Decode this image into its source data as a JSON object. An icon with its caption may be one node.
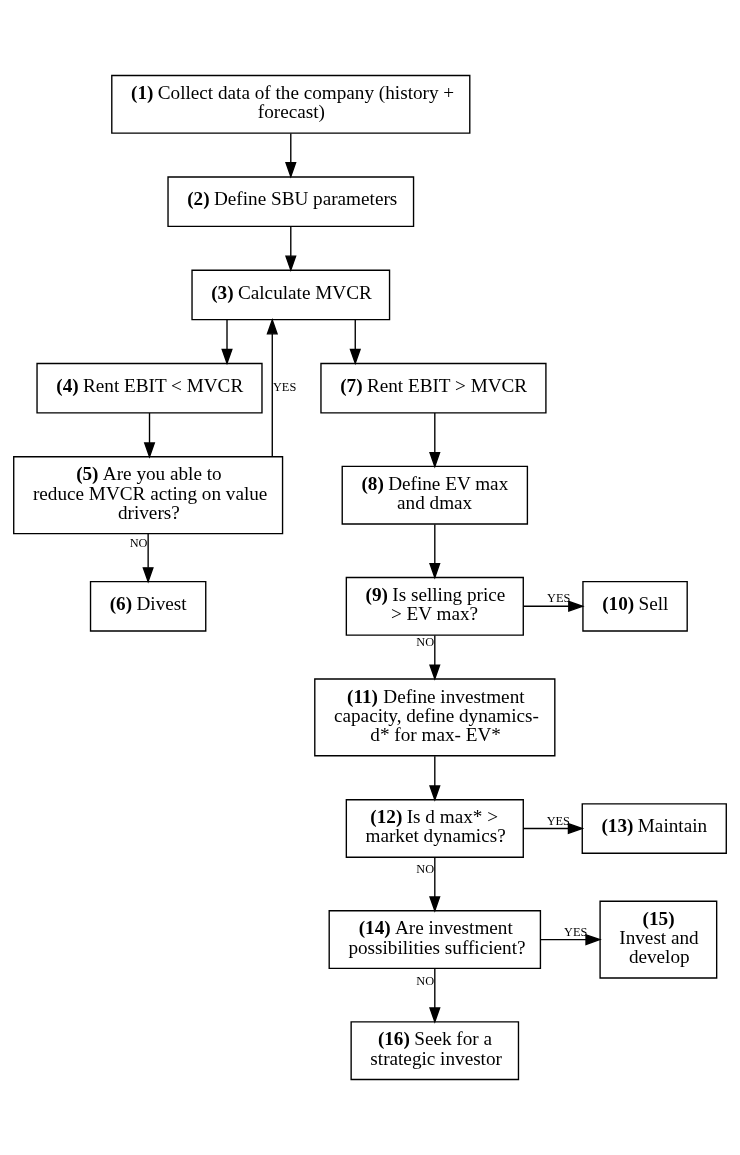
{
  "diagram": {
    "nodes": [
      {
        "text": [
          "**(1)** Collect data of the company (history + forecast)"
        ]
      },
      {
        "text": [
          "**(2)** Define SBU parameters"
        ]
      },
      {
        "text": [
          "**(3)** Calculate MVCR"
        ]
      },
      {
        "text": [
          "**(4)** Rent EBIT < MVCR"
        ]
      },
      {
        "text": [
          "**(5)** Are you able to reduce MVCR acting on value drivers?"
        ]
      },
      {
        "text": [
          "**(6)** Divest"
        ]
      },
      {
        "text": [
          "**(7)** Rent EBIT > MVCR"
        ]
      },
      {
        "text": [
          "**(8)** Define EV max and dmax"
        ]
      },
      {
        "text": [
          "**(9)** Is selling price > EV max?"
        ]
      },
      {
        "text": [
          "**(10)** Sell"
        ]
      },
      {
        "text": [
          "**(11)** Define investment capacity, define dynamics- d* for max- EV*"
        ]
      },
      {
        "text": [
          "**(12)** Is d max* >  market dynamics?"
        ]
      },
      {
        "text": [
          "**(13)** Maintain"
        ]
      },
      {
        "text": [
          "**(14)** Are investment possibilities sufficient?"
        ]
      },
      {
        "text": [
          "**(15)** Invest and develop"
        ]
      },
      {
        "text": [
          "**(16)** Seek for a strategic investor"
        ]
      }
    ],
    "edges": [
      {
        "from": 0,
        "to": 1,
        "arrow": "to"
      },
      {
        "from": 1,
        "to": 2,
        "arrow": "to"
      },
      {
        "from": 2,
        "to": 3,
        "arrow": "to"
      },
      {
        "from": 2,
        "to": 6,
        "arrow": "to"
      },
      {
        "from": 3,
        "to": 4,
        "arrow": "to"
      },
      {
        "from": 4,
        "to": 2,
        "arrow": "to",
        "label": "YES"
      },
      {
        "from": 4,
        "to": 5,
        "arrow": "to",
        "label": "NO"
      },
      {
        "from": 6,
        "to": 7,
        "arrow": "to"
      },
      {
        "from": 7,
        "to": 8,
        "arrow": "to"
      },
      {
        "from": 8,
        "to": 9,
        "arrow": "to",
        "label": "YES"
      },
      {
        "from": 8,
        "to": 10,
        "arrow": "to",
        "label": "NO"
      },
      {
        "from": 10,
        "to": 11,
        "arrow": "to"
      },
      {
        "from": 11,
        "to": 12,
        "arrow": "to",
        "label": "YES"
      },
      {
        "from": 11,
        "to": 13,
        "arrow": "to",
        "label": "NO"
      },
      {
        "from": 13,
        "to": 14,
        "arrow": "to",
        "label": "YES"
      },
      {
        "from": 13,
        "to": 15,
        "arrow": "to",
        "label": "NO"
      }
    ]
  }
}
